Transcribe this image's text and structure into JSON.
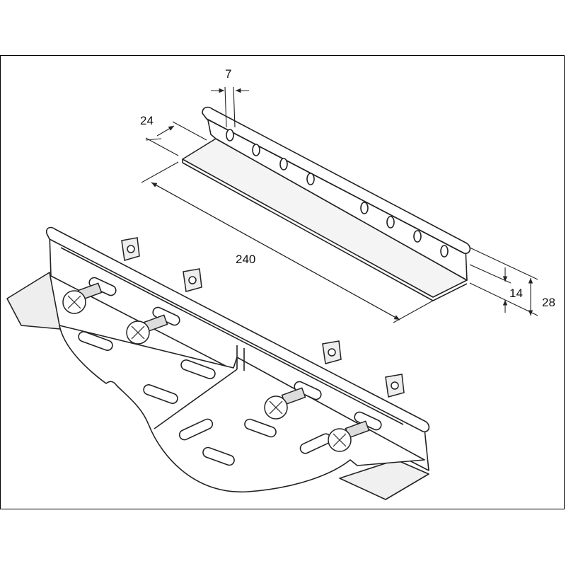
{
  "drawing": {
    "dimensions": {
      "slot_width": "7",
      "flange_width": "24",
      "length": "240",
      "height_inner": "14",
      "height_total": "28"
    },
    "colors": {
      "line": "#222222",
      "fill": "#ffffff",
      "shade": "#e6e6e6"
    }
  }
}
